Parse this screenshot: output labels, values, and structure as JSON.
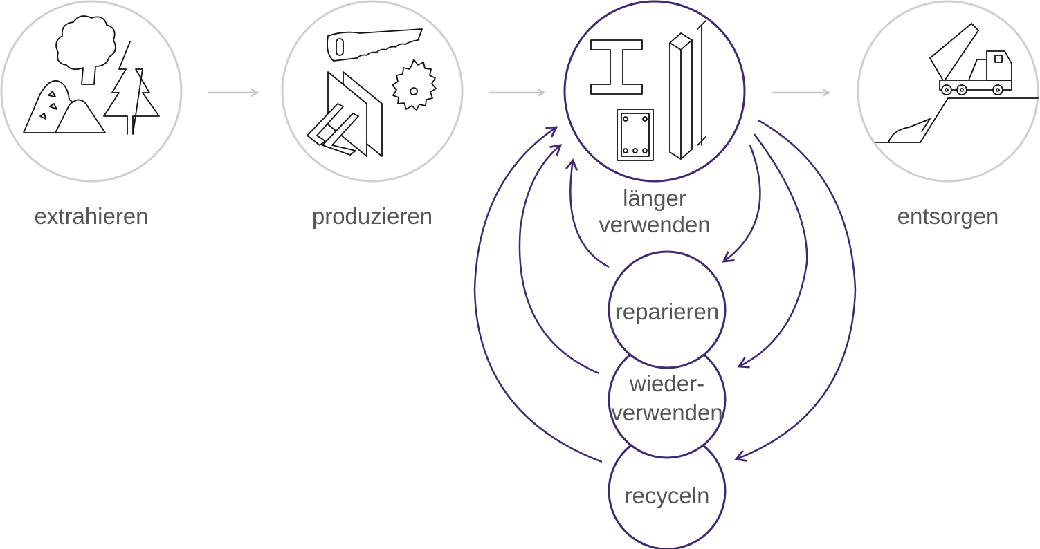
{
  "colors": {
    "accent": "#3d2a73",
    "muted_circle": "#cfcfcf",
    "flow_arrow": "#c8c8c8",
    "text": "#555555"
  },
  "stages": [
    {
      "label": "extrahieren",
      "icon": "trees-and-rocks-icon"
    },
    {
      "label": "produzieren",
      "icon": "saw-and-panels-icon"
    },
    {
      "label_line1": "länger",
      "label_line2": "verwenden",
      "icon": "steel-beams-and-column-icon"
    },
    {
      "label": "entsorgen",
      "icon": "dump-truck-icon"
    }
  ],
  "loops": [
    {
      "label": "reparieren"
    },
    {
      "label_line1": "wieder-",
      "label_line2": "verwenden"
    },
    {
      "label": "recyceln"
    }
  ]
}
